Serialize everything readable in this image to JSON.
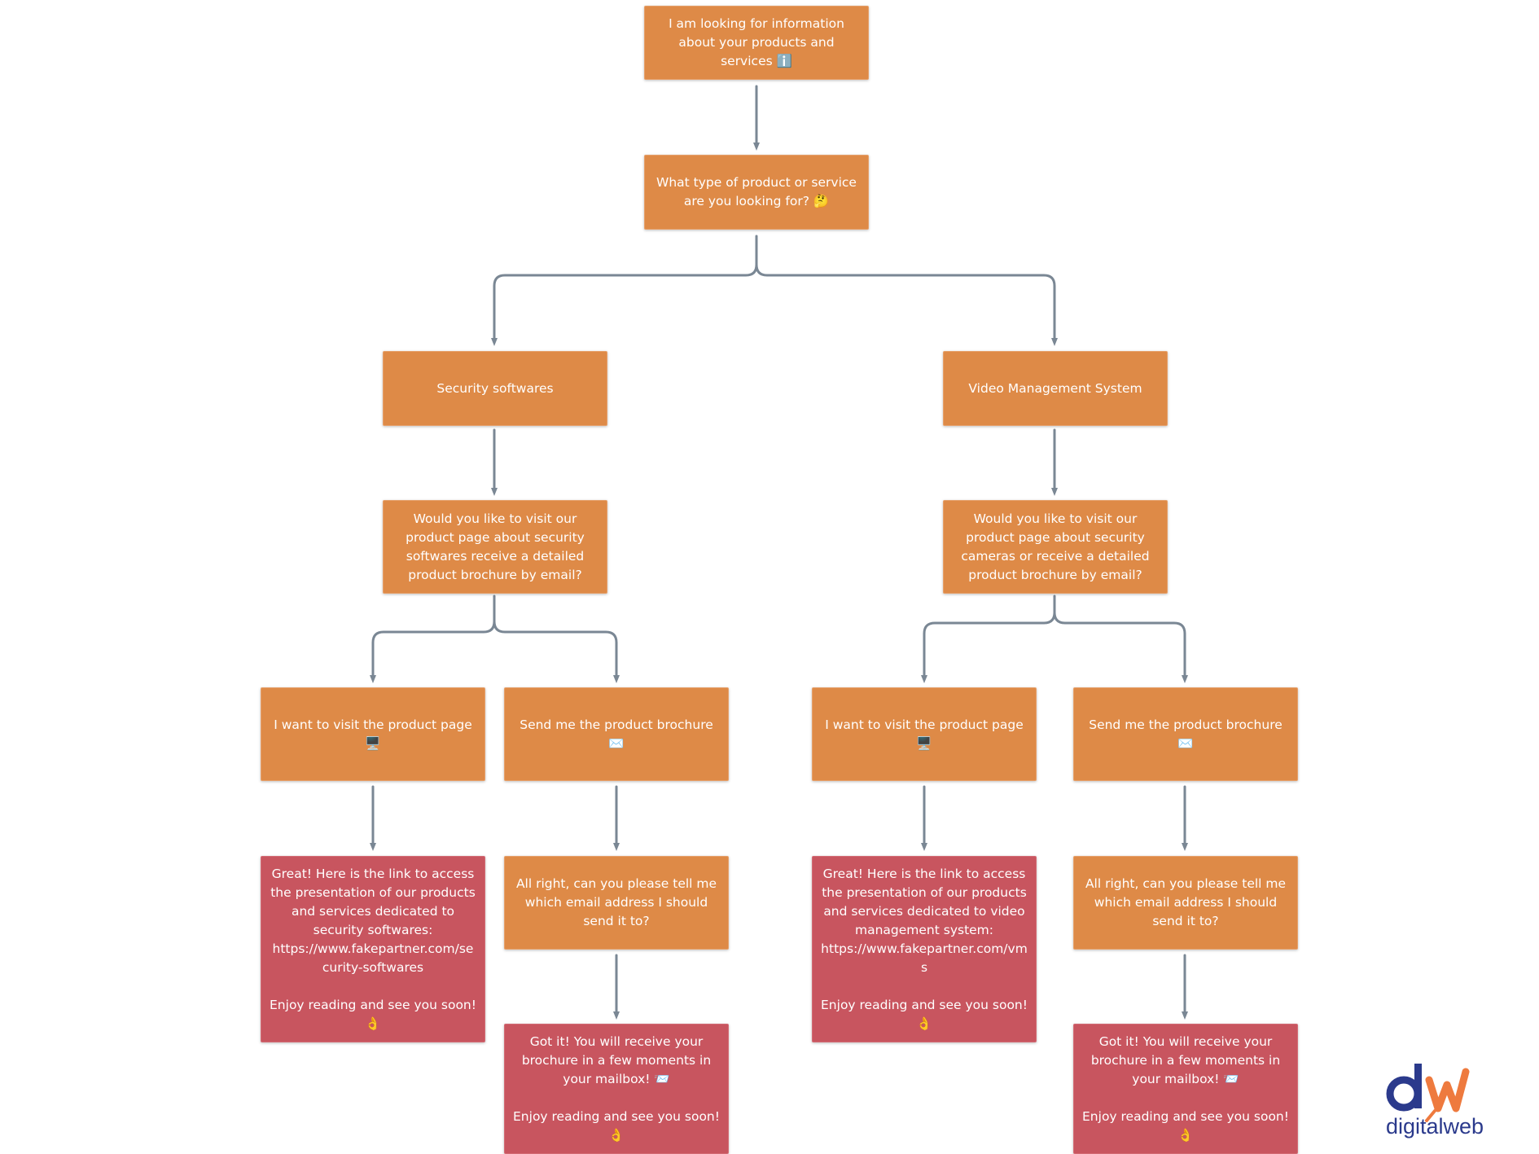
{
  "colors": {
    "action": "#de8a47",
    "response": "#c8555f",
    "connector": "#7a8794"
  },
  "nodes": {
    "start": "I am looking for information about your products and services ℹ️",
    "question": "What type of product or service are you looking for? 🤔",
    "security": "Security softwares",
    "vms": "Video Management System",
    "security_question": "Would you like to visit our product page about security softwares receive a detailed product brochure by email?",
    "vms_question": "Would you like to visit our product page about security cameras or receive a detailed product brochure by email?",
    "sec_visit": "I want to visit the product page 🖥️",
    "sec_brochure": "Send me the product brochure ✉️",
    "vms_visit": "I want to visit the product page 🖥️",
    "vms_brochure": "Send me the product brochure ✉️",
    "sec_link": "Great! Here is the link to access the presentation of our products and services dedicated to security softwares: https://www.fakepartner.com/security-softwares\n\nEnjoy reading and see you soon! 👌",
    "sec_email_ask": "All right, can you please tell me which email address I should send it to?",
    "vms_link": "Great! Here is the link to access the presentation of our products and services dedicated to video management system: https://www.fakepartner.com/vms\n\nEnjoy reading and see you soon! 👌",
    "vms_email_ask": "All right, can you please tell me which email address I should send it to?",
    "sec_confirm": "Got it! You will receive your brochure in a few moments in your mailbox! 📨\n\nEnjoy reading and see you soon! 👌",
    "vms_confirm": "Got it! You will receive your brochure in a few moments in your mailbox! 📨\n\nEnjoy reading and see you soon! 👌"
  },
  "logo": {
    "brand_text": "digitalweb",
    "color_primary": "#2b3a8c",
    "color_accent": "#ee7a3e"
  }
}
